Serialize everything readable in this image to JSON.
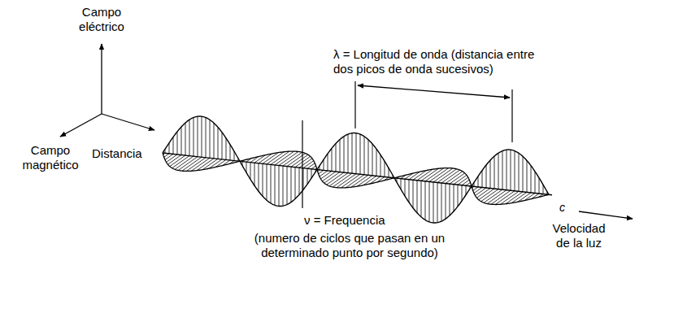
{
  "diagram": {
    "labels": [
      "Campo eléctrico",
      "Campo magnético",
      "Distancia",
      "λ = Longitud de onda (distancia entre dos picos de onda sucesivos)",
      "ν = Frequencia",
      "(numero de ciclos que pasan en un determinado punto por segundo)",
      "c",
      "Velocidad de la luz"
    ]
  }
}
